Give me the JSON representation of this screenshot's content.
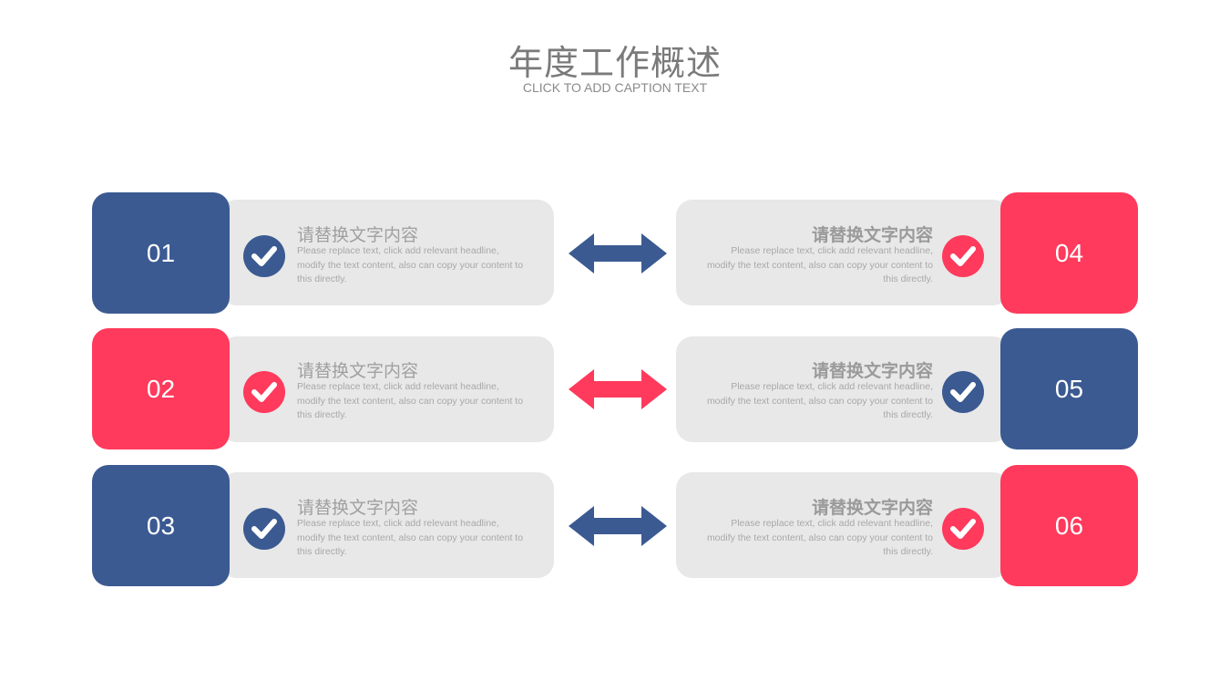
{
  "header": {
    "title": "年度工作概述",
    "subtitle": "CLICK TO ADD CAPTION TEXT"
  },
  "colors": {
    "blue": "#3b5a92",
    "red": "#ff3a5c",
    "card": "#e8e8e8"
  },
  "items": [
    {
      "num": "01",
      "title": "请替换文字内容",
      "desc": "Please replace text, click add relevant headline, modify the text content, also can copy your content to this directly.",
      "color": "blue",
      "icon": "check-circle-icon"
    },
    {
      "num": "02",
      "title": "请替换文字内容",
      "desc": "Please replace text, click add relevant headline, modify the text content, also can copy your content to this directly.",
      "color": "red",
      "icon": "check-circle-icon"
    },
    {
      "num": "03",
      "title": "请替换文字内容",
      "desc": "Please replace text, click add relevant headline, modify the text content, also can copy your content to this directly.",
      "color": "blue",
      "icon": "check-circle-icon"
    },
    {
      "num": "04",
      "title": "请替换文字内容",
      "desc": "Please replace text, click add relevant headline, modify the text content, also can copy your content to this directly.",
      "color": "red",
      "icon": "check-circle-icon"
    },
    {
      "num": "05",
      "title": "请替换文字内容",
      "desc": "Please replace text, click add relevant headline, modify the text content, also can copy your content to this directly.",
      "color": "blue",
      "icon": "check-circle-icon"
    },
    {
      "num": "06",
      "title": "请替换文字内容",
      "desc": "Please replace text, click add relevant headline, modify the text content, also can copy your content to this directly.",
      "color": "red",
      "icon": "check-circle-icon"
    }
  ],
  "arrows": [
    {
      "icon": "double-arrow-icon",
      "color": "blue"
    },
    {
      "icon": "double-arrow-icon",
      "color": "red"
    },
    {
      "icon": "double-arrow-icon",
      "color": "blue"
    }
  ]
}
